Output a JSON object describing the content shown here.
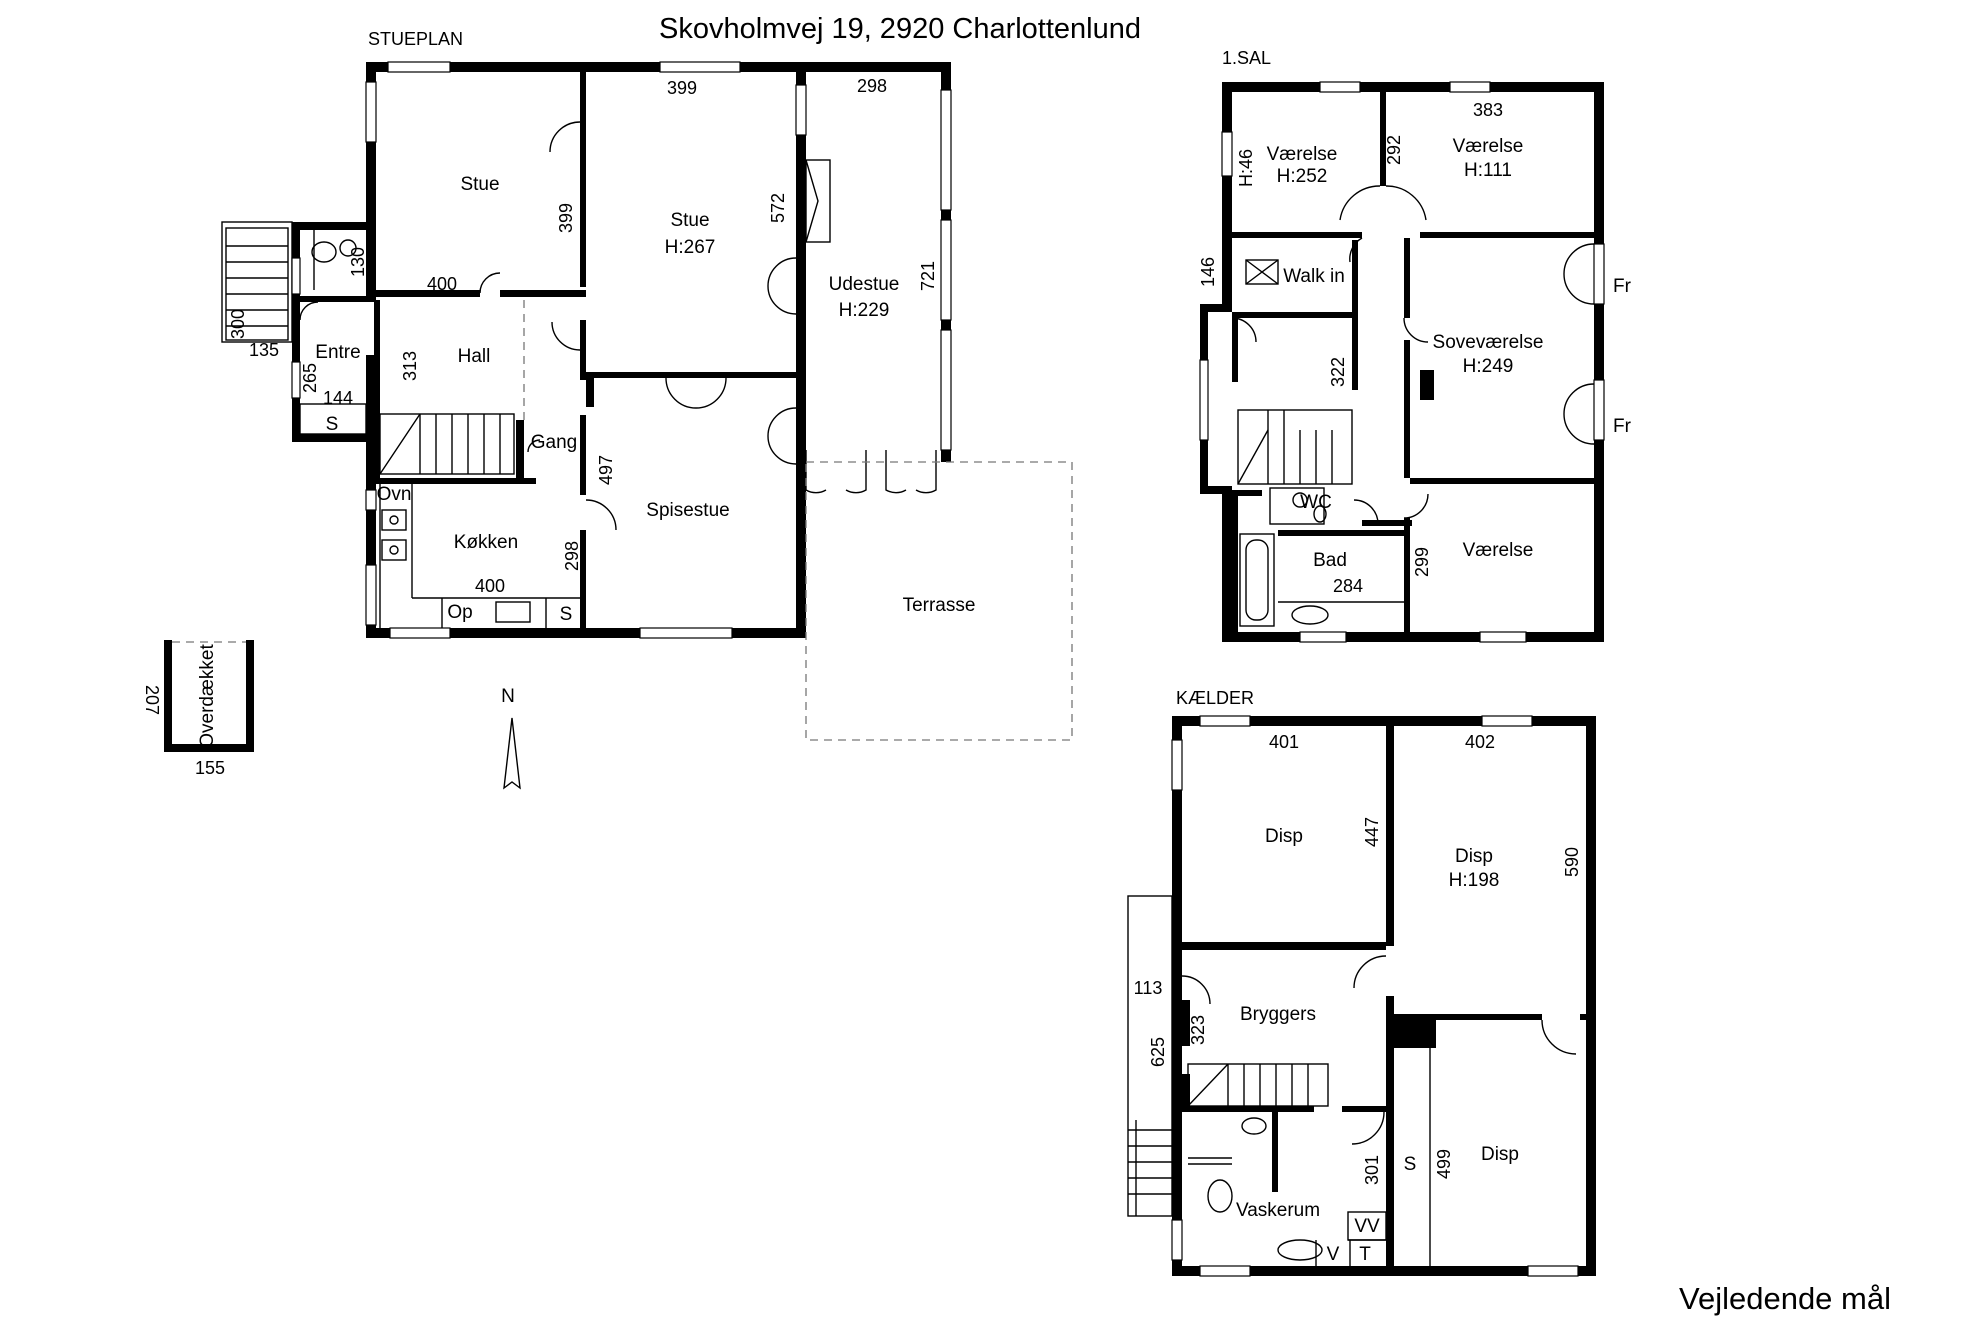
{
  "title": "Skovholmvej 19, 2920 Charlottenlund",
  "note": "Vejledende mål",
  "north_label": "N",
  "colors": {
    "wall": "#000000",
    "background": "#ffffff",
    "dashed": "#777777"
  },
  "stueplan": {
    "label": "STUEPLAN",
    "rooms": {
      "stue1": "Stue",
      "stue2": "Stue",
      "stue2_h": "H:267",
      "udestue": "Udestue",
      "udestue_h": "H:229",
      "hall": "Hall",
      "entre": "Entre",
      "gang": "Gang",
      "spisestue": "Spisestue",
      "kokken": "Køkken",
      "terrasse": "Terrasse",
      "ovn": "Ovn",
      "op": "Op",
      "s_kitchen": "S",
      "s_entre": "S",
      "overdaekket": "Overdækket"
    },
    "dims": {
      "d399_top": "399",
      "d298_top": "298",
      "d572": "572",
      "d721": "721",
      "d399_side": "399",
      "d130": "130",
      "d400_stue": "400",
      "d300": "300",
      "d135": "135",
      "d265": "265",
      "d144": "144",
      "d313": "313",
      "d497": "497",
      "d298_kitchen": "298",
      "d400_kitchen": "400",
      "d207": "207",
      "d155": "155"
    }
  },
  "sal": {
    "label": "1.SAL",
    "rooms": {
      "vaer1": "Værelse",
      "vaer1_h": "H:252",
      "vaer2": "Værelse",
      "vaer2_h": "H:111",
      "walkin": "Walk in",
      "sove": "Soveværelse",
      "sove_h": "H:249",
      "fr1": "Fr",
      "fr2": "Fr",
      "wc": "WC",
      "bad": "Bad",
      "vaer3": "Værelse"
    },
    "dims": {
      "h46": "H:46",
      "d383": "383",
      "d292": "292",
      "d146": "146",
      "d322": "322",
      "d284": "284",
      "d299": "299"
    }
  },
  "kaelder": {
    "label": "KÆLDER",
    "rooms": {
      "disp1": "Disp",
      "disp2": "Disp",
      "disp2_h": "H:198",
      "bryggers": "Bryggers",
      "disp3": "Disp",
      "vaskerum": "Vaskerum",
      "s": "S",
      "vv": "VV",
      "v": "V",
      "t": "T"
    },
    "dims": {
      "d401": "401",
      "d402": "402",
      "d447": "447",
      "d590": "590",
      "d113": "113",
      "d625": "625",
      "d323": "323",
      "d301": "301",
      "d499": "499"
    }
  }
}
